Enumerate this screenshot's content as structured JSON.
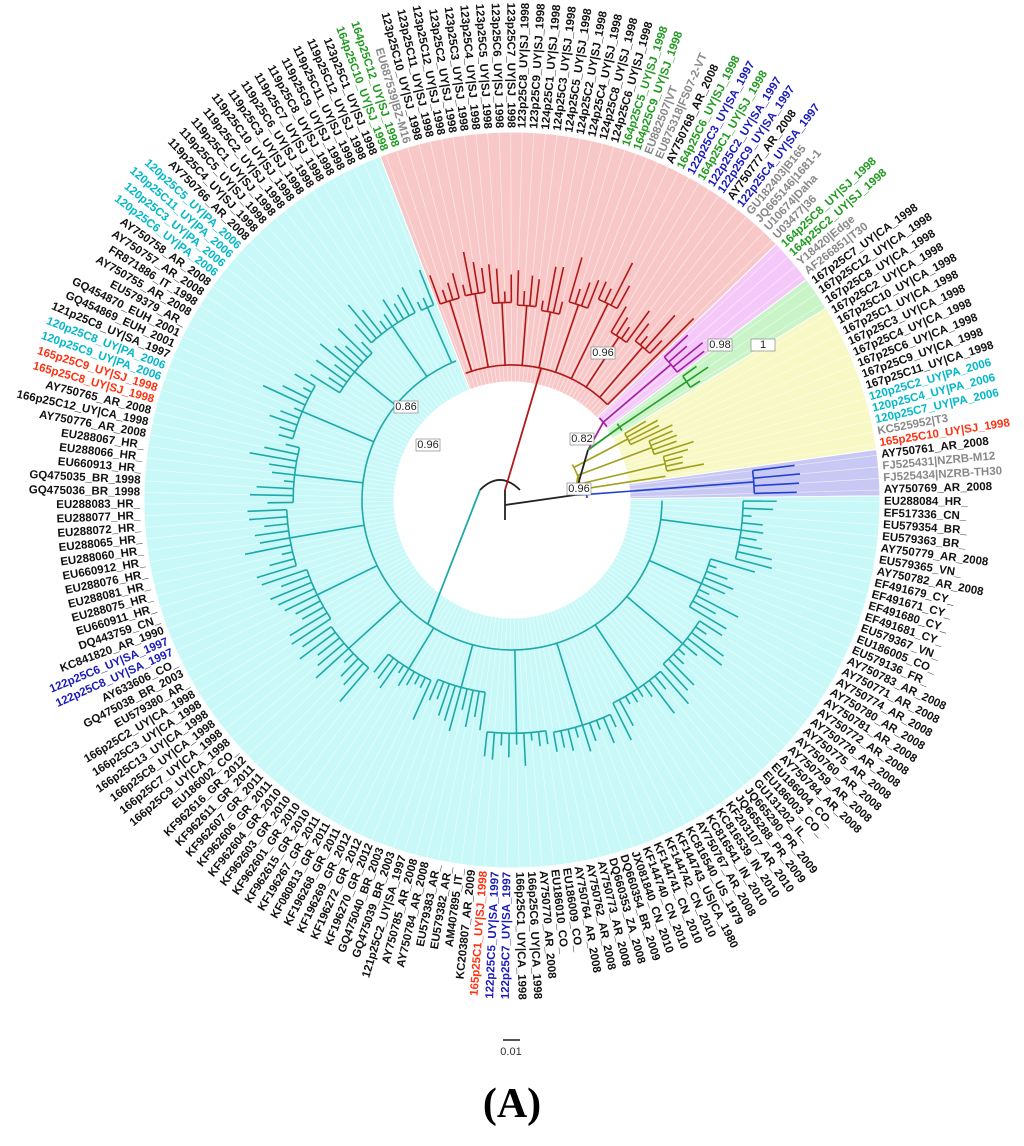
{
  "panel_label": "(A)",
  "scale_bar_label": "0.01",
  "clade_colors": {
    "cyan": "#20a8a8",
    "red": "#b01818",
    "pink": "#a020a0",
    "green": "#2a9a2a",
    "olive": "#a0a020",
    "blue": "#2040d0",
    "black": "#222222"
  },
  "label_colors": {
    "k": "#111111",
    "g": "#1f9a1f",
    "c": "#00b8c8",
    "b": "#1a1ab8",
    "r": "#ff3010",
    "y": "#888888"
  },
  "bootstrap_values": [
    "0.86",
    "0.96",
    "0.96",
    "0.96",
    "0.82",
    "0.98",
    "1"
  ],
  "leaves": [
    {
      "t": "164p25C10_UY|SJ_1998",
      "c": "g"
    },
    {
      "t": "164p25C12_UY|SJ_1998",
      "c": "g"
    },
    {
      "t": "EU687539|BZ-M16",
      "c": "y"
    },
    {
      "t": "123p25C10_UY|SJ_1998",
      "c": "k"
    },
    {
      "t": "123p25C11_UY|SJ_1998",
      "c": "k"
    },
    {
      "t": "123p25C12_UY|SJ_1998",
      "c": "k"
    },
    {
      "t": "123p25C2_UY|SJ_1998",
      "c": "k"
    },
    {
      "t": "123p25C3_UY|SJ_1998",
      "c": "k"
    },
    {
      "t": "123p25C4_UY|SJ_1998",
      "c": "k"
    },
    {
      "t": "123p25C5_UY|SJ_1998",
      "c": "k"
    },
    {
      "t": "123p25C6_UY|SJ_1998",
      "c": "k"
    },
    {
      "t": "123p25C7_UY|SJ_1998",
      "c": "k"
    },
    {
      "t": "123p25C8_UY|SJ_1998",
      "c": "k"
    },
    {
      "t": "123p25C9_UY|SJ_1998",
      "c": "k"
    },
    {
      "t": "124p25C1_UY|SJ_1998",
      "c": "k"
    },
    {
      "t": "124p25C3_UY|SJ_1998",
      "c": "k"
    },
    {
      "t": "124p25C5_UY|SJ_1998",
      "c": "k"
    },
    {
      "t": "124p25C2_UY|SJ_1998",
      "c": "k"
    },
    {
      "t": "124p25C4_UY|SJ_1998",
      "c": "k"
    },
    {
      "t": "124p25C8_UY|SJ_1998",
      "c": "k"
    },
    {
      "t": "124p25C6_UY|SJ_1998",
      "c": "k"
    },
    {
      "t": "164p25C5_UY|SJ_1998",
      "c": "g"
    },
    {
      "t": "164p25C9_UY|SJ_1998",
      "c": "g"
    },
    {
      "t": "EU882507|VT",
      "c": "y"
    },
    {
      "t": "EU875318|FS07-2-VT",
      "c": "y"
    },
    {
      "t": "AY750768_AR_2008",
      "c": "k"
    },
    {
      "t": "164p25C6_UY|SJ_1998",
      "c": "g"
    },
    {
      "t": "122p25C3_UY|SA_1997",
      "c": "b"
    },
    {
      "t": "164p25C1_UY|SJ_1998",
      "c": "g"
    },
    {
      "t": "122p25C2_UY|SA_1997",
      "c": "b"
    },
    {
      "t": "122p25C9_UY|SA_1997",
      "c": "b"
    },
    {
      "t": "AY750777_AR_2008",
      "c": "k"
    },
    {
      "t": "122p25C4_UY|SA_1997",
      "c": "b"
    },
    {
      "t": "GU182403|B165",
      "c": "y"
    },
    {
      "t": "JQ665146|1681-1",
      "c": "y"
    },
    {
      "t": "U10674|Daha",
      "c": "y"
    },
    {
      "t": "U03477|36",
      "c": "y"
    },
    {
      "t": "164p25C8_UY|SJ_1998",
      "c": "g"
    },
    {
      "t": "164p25C2_UY|SJ_1998",
      "c": "g"
    },
    {
      "t": "Y18420|Edge",
      "c": "y"
    },
    {
      "t": "AF266851|T30",
      "c": "y"
    },
    {
      "t": "167p25C7_UY|CA_1998",
      "c": "k"
    },
    {
      "t": "167p25C12_UY|CA_1998",
      "c": "k"
    },
    {
      "t": "167p25C8_UY|CA_1998",
      "c": "k"
    },
    {
      "t": "167p25C2_UY|CA_1998",
      "c": "k"
    },
    {
      "t": "167p25C10_UY|CA_1998",
      "c": "k"
    },
    {
      "t": "167p25C1_UY|CA_1998",
      "c": "k"
    },
    {
      "t": "167p25C3_UY|CA_1998",
      "c": "k"
    },
    {
      "t": "167p25C4_UY|CA_1998",
      "c": "k"
    },
    {
      "t": "167p25C6_UY|CA_1998",
      "c": "k"
    },
    {
      "t": "167p25C9_UY|CA_1998",
      "c": "k"
    },
    {
      "t": "167p25C11_UY|CA_1998",
      "c": "k"
    },
    {
      "t": "120p25C2_UY|PA_2006",
      "c": "c"
    },
    {
      "t": "120p25C4_UY|PA_2006",
      "c": "c"
    },
    {
      "t": "120p25C7_UY|PA_2006",
      "c": "c"
    },
    {
      "t": "KC525952|T3",
      "c": "y"
    },
    {
      "t": "165p25C10_UY|SJ_1998",
      "c": "r"
    },
    {
      "t": "AY750761_AR_2008",
      "c": "k"
    },
    {
      "t": "FJ525431|NZRB-M12",
      "c": "y"
    },
    {
      "t": "FJ525434|NZRB-TH30",
      "c": "y"
    },
    {
      "t": "AY750769_AR_2008",
      "c": "k"
    },
    {
      "t": "EU288084_HR_",
      "c": "k"
    },
    {
      "t": "EF517336_CN_",
      "c": "k"
    },
    {
      "t": "EU579354_BR_",
      "c": "k"
    },
    {
      "t": "EU579363_BR_",
      "c": "k"
    },
    {
      "t": "AY750779_AR_2008",
      "c": "k"
    },
    {
      "t": "EU579365_VN_",
      "c": "k"
    },
    {
      "t": "AY750782_AR_2008",
      "c": "k"
    },
    {
      "t": "EF491679_CY_",
      "c": "k"
    },
    {
      "t": "EF491671_CY_",
      "c": "k"
    },
    {
      "t": "EF491680_CY_",
      "c": "k"
    },
    {
      "t": "EF491681_CY_",
      "c": "k"
    },
    {
      "t": "EU579367_VN_",
      "c": "k"
    },
    {
      "t": "EU186005_CO_",
      "c": "k"
    },
    {
      "t": "EU579136_FR_",
      "c": "k"
    },
    {
      "t": "AY750783_AR_2008",
      "c": "k"
    },
    {
      "t": "AY750771_AR_2008",
      "c": "k"
    },
    {
      "t": "AY750774_AR_2008",
      "c": "k"
    },
    {
      "t": "AY750780_AR_2008",
      "c": "k"
    },
    {
      "t": "AY750781_AR_2008",
      "c": "k"
    },
    {
      "t": "AY750772_AR_2008",
      "c": "k"
    },
    {
      "t": "AY750778_AR_2008",
      "c": "k"
    },
    {
      "t": "AY750775_AR_2008",
      "c": "k"
    },
    {
      "t": "AY750760_AR_2008",
      "c": "k"
    },
    {
      "t": "AY750759_AR_2008",
      "c": "k"
    },
    {
      "t": "AY750784_AR_2008",
      "c": "k"
    },
    {
      "t": "EU186004_CO_",
      "c": "k"
    },
    {
      "t": "EU186003_CO_",
      "c": "k"
    },
    {
      "t": "GU131202_IL_",
      "c": "k"
    },
    {
      "t": "JQ665290_PR_2009",
      "c": "k"
    },
    {
      "t": "JQ665288_PR_2009",
      "c": "k"
    },
    {
      "t": "KF203107_AR_2010",
      "c": "k"
    },
    {
      "t": "KC816539_IN_2010",
      "c": "k"
    },
    {
      "t": "KC816541_IN_2010",
      "c": "k"
    },
    {
      "t": "AY750767_AR_2008",
      "c": "k"
    },
    {
      "t": "KC816540_US_1979",
      "c": "k"
    },
    {
      "t": "KF144743_US|CA_1980",
      "c": "k"
    },
    {
      "t": "KF144742_CN_2010",
      "c": "k"
    },
    {
      "t": "KF144741_CN_2010",
      "c": "k"
    },
    {
      "t": "KF144740_CN_2010",
      "c": "k"
    },
    {
      "t": "JX081840_CN_2010",
      "c": "k"
    },
    {
      "t": "DQ660354_BR_2009",
      "c": "k"
    },
    {
      "t": "DQ660353_ZA_2008",
      "c": "k"
    },
    {
      "t": "AY750773_AR_2008",
      "c": "k"
    },
    {
      "t": "AY750762_AR_2008",
      "c": "k"
    },
    {
      "t": "AY750764_AR_2008",
      "c": "k"
    },
    {
      "t": "EU186009_CO_",
      "c": "k"
    },
    {
      "t": "EU186010_CO_",
      "c": "k"
    },
    {
      "t": "AY750770_AR_2008",
      "c": "k"
    },
    {
      "t": "166p25C6_UY|CA_1998",
      "c": "k"
    },
    {
      "t": "166p25C1_UY|CA_1998",
      "c": "k"
    },
    {
      "t": "122p25C7_UY|SA_1997",
      "c": "b"
    },
    {
      "t": "122p25C5_UY|SA_1997",
      "c": "b"
    },
    {
      "t": "165p25C1_UY|SJ_1998",
      "c": "r"
    },
    {
      "t": "KC203807_AR_2009",
      "c": "k"
    },
    {
      "t": "AM407895_IT_",
      "c": "k"
    },
    {
      "t": "EU579382_AR_",
      "c": "k"
    },
    {
      "t": "EU579383_AR_",
      "c": "k"
    },
    {
      "t": "AY750784_AR_2008",
      "c": "k"
    },
    {
      "t": "AY750785_AR_2008",
      "c": "k"
    },
    {
      "t": "121p25C2_UY|SA_1997",
      "c": "k"
    },
    {
      "t": "GQ475039_BR_2003",
      "c": "k"
    },
    {
      "t": "GQ475040_BR_2003",
      "c": "k"
    },
    {
      "t": "KF196270_GR_2012",
      "c": "k"
    },
    {
      "t": "KF196272_GR_2012",
      "c": "k"
    },
    {
      "t": "KF196269_GR_2012",
      "c": "k"
    },
    {
      "t": "KF196268_GR_2011",
      "c": "k"
    },
    {
      "t": "KF080813_GR_2011",
      "c": "k"
    },
    {
      "t": "KF196267_GR_2011",
      "c": "k"
    },
    {
      "t": "KF962615_GR_2010",
      "c": "k"
    },
    {
      "t": "KF962601_GR_2010",
      "c": "k"
    },
    {
      "t": "KF962603_GR_2010",
      "c": "k"
    },
    {
      "t": "KF962604_GR_2010",
      "c": "k"
    },
    {
      "t": "KF962606_GR_2011",
      "c": "k"
    },
    {
      "t": "KF962607_GR_2011",
      "c": "k"
    },
    {
      "t": "KF962611_GR_2011",
      "c": "k"
    },
    {
      "t": "KF962616_GR_2012",
      "c": "k"
    },
    {
      "t": "EU186002_CO_",
      "c": "k"
    },
    {
      "t": "166p25C9_UY|CA_1998",
      "c": "k"
    },
    {
      "t": "166p25C7_UY|CA_1998",
      "c": "k"
    },
    {
      "t": "166p25C8_UY|CA_1998",
      "c": "k"
    },
    {
      "t": "166p25C13_UY|CA_1998",
      "c": "k"
    },
    {
      "t": "166p25C3_UY|CA_1998",
      "c": "k"
    },
    {
      "t": "166p25C2_UY|CA_1998",
      "c": "k"
    },
    {
      "t": "EU579380_AR_",
      "c": "k"
    },
    {
      "t": "GQ475038_BR_2003",
      "c": "k"
    },
    {
      "t": "AY633606_CO_",
      "c": "k"
    },
    {
      "t": "122p25C8_UY|SA_1997",
      "c": "b"
    },
    {
      "t": "122p25C6_UY|SA_1997",
      "c": "b"
    },
    {
      "t": "KC841820_AR_1990",
      "c": "k"
    },
    {
      "t": "DQ443759_CN_",
      "c": "k"
    },
    {
      "t": "EU660911_HR_",
      "c": "k"
    },
    {
      "t": "EU288075_HR_",
      "c": "k"
    },
    {
      "t": "EU288081_HR_",
      "c": "k"
    },
    {
      "t": "EU288076_HR_",
      "c": "k"
    },
    {
      "t": "EU660912_HR_",
      "c": "k"
    },
    {
      "t": "EU288060_HR_",
      "c": "k"
    },
    {
      "t": "EU288065_HR_",
      "c": "k"
    },
    {
      "t": "EU288072_HR_",
      "c": "k"
    },
    {
      "t": "EU288077_HR_",
      "c": "k"
    },
    {
      "t": "EU288083_HR_",
      "c": "k"
    },
    {
      "t": "GQ475036_BR_1998",
      "c": "k"
    },
    {
      "t": "GQ475035_BR_1998",
      "c": "k"
    },
    {
      "t": "EU660913_HR_",
      "c": "k"
    },
    {
      "t": "EU288066_HR_",
      "c": "k"
    },
    {
      "t": "EU288067_HR_",
      "c": "k"
    },
    {
      "t": "AY750776_AR_2008",
      "c": "k"
    },
    {
      "t": "166p25C12_UY|CA_1998",
      "c": "k"
    },
    {
      "t": "AY750765_AR_2008",
      "c": "k"
    },
    {
      "t": "165p25C8_UY|SJ_1998",
      "c": "r"
    },
    {
      "t": "165p25C9_UY|SJ_1998",
      "c": "r"
    },
    {
      "t": "120p25C9_UY|PA_2006",
      "c": "c"
    },
    {
      "t": "120p25C8_UY|PA_2006",
      "c": "c"
    },
    {
      "t": "121p25C8_UY|SA_1997",
      "c": "k"
    },
    {
      "t": "GQ454869_EUH_2001",
      "c": "k"
    },
    {
      "t": "GQ454870_EUH_2001",
      "c": "k"
    },
    {
      "t": "EU579379_AR_",
      "c": "k"
    },
    {
      "t": "AY750755_AR_2008",
      "c": "k"
    },
    {
      "t": "FR871886_IT_1998",
      "c": "k"
    },
    {
      "t": "AY750757_AR_2008",
      "c": "k"
    },
    {
      "t": "AY750758_AR_2008",
      "c": "k"
    },
    {
      "t": "120p25C6_UY|PA_2006",
      "c": "c"
    },
    {
      "t": "120p25C3_UY|PA_2006",
      "c": "c"
    },
    {
      "t": "120p25C11_UY|PA_2006",
      "c": "c"
    },
    {
      "t": "120p25C5_UY|PA_2006",
      "c": "c"
    },
    {
      "t": "AY750766_AR_2008",
      "c": "k"
    },
    {
      "t": "119p25C4_UY|SJ_1998",
      "c": "k"
    },
    {
      "t": "119p25C5_UY|SJ_1998",
      "c": "k"
    },
    {
      "t": "119p25C1_UY|SJ_1998",
      "c": "k"
    },
    {
      "t": "119p25C2_UY|SJ_1998",
      "c": "k"
    },
    {
      "t": "119p25C10_UY|SJ_1998",
      "c": "k"
    },
    {
      "t": "119p25C3_UY|SJ_1998",
      "c": "k"
    },
    {
      "t": "119p25C6_UY|SJ_1998",
      "c": "k"
    },
    {
      "t": "119p25C7_UY|SJ_1998",
      "c": "k"
    },
    {
      "t": "119p25C8_UY|SJ_1998",
      "c": "k"
    },
    {
      "t": "119p25C9_UY|SJ_1998",
      "c": "k"
    },
    {
      "t": "119p25C11_UY|SJ_1998",
      "c": "k"
    },
    {
      "t": "119p25C12_UY|SJ_1998",
      "c": "k"
    },
    {
      "t": "123p25C1_UY|SJ_1998",
      "c": "k"
    }
  ]
}
